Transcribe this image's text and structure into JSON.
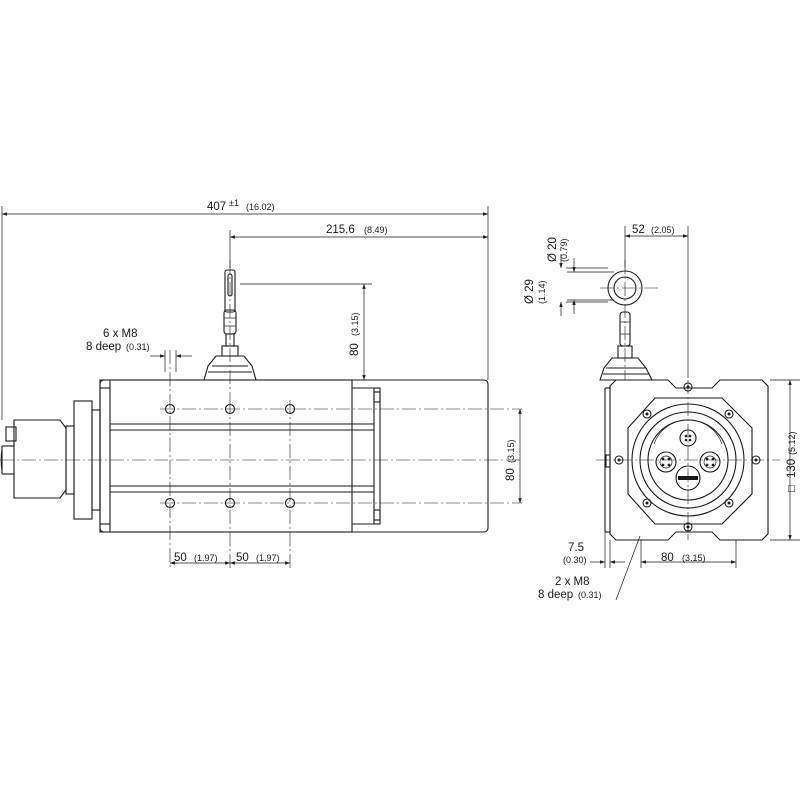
{
  "side_view": {
    "overall_length": {
      "value": "407",
      "tol": "±1",
      "inch": "(16.02)"
    },
    "length_to_end": {
      "value": "215.6",
      "inch": "(8.49)"
    },
    "eyelet_height": {
      "value": "80",
      "inch": "(3.15)"
    },
    "thread_callout": {
      "line1": "6 x M8",
      "line2": "8 deep",
      "inch": "(0.31)"
    },
    "body_height": {
      "value": "80",
      "inch": "(3.15)"
    },
    "hole_pitch_1": {
      "value": "50",
      "inch": "(1.97)"
    },
    "hole_pitch_2": {
      "value": "50",
      "inch": "(1.97)"
    }
  },
  "front_view": {
    "offset": {
      "value": "52",
      "inch": "(2.05)"
    },
    "ring_dia": {
      "value": "Ø 20",
      "inch": "(0.79)"
    },
    "ring_outer": {
      "value": "Ø 29",
      "inch": "(1.14)"
    },
    "square": {
      "symbol": "□",
      "value": "130",
      "inch": "(5.12)"
    },
    "edge_offset": {
      "value": "7.5",
      "inch": "(0.30)"
    },
    "thread_callout": {
      "line1": "2 x M8",
      "line2": "8 deep",
      "inch": "(0.31)"
    },
    "hole_spacing": {
      "value": "80",
      "inch": "(3.15)"
    }
  }
}
